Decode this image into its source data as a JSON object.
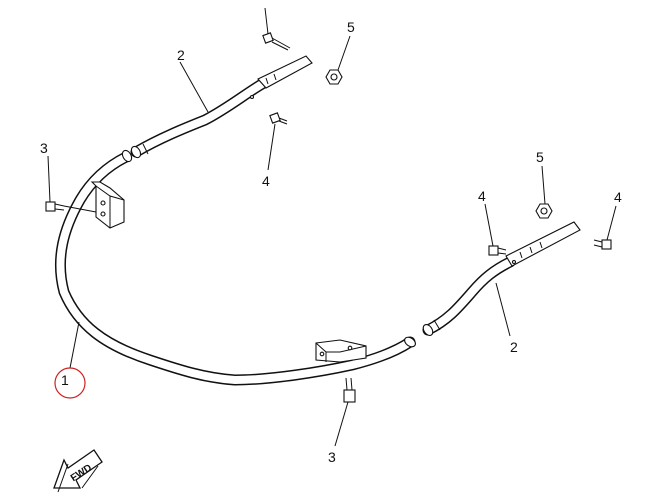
{
  "diagram": {
    "callouts": {
      "part_1": "1",
      "part_2_upper": "2",
      "part_2_right": "2",
      "part_3_left": "3",
      "part_3_bottom": "3",
      "part_4_upper": "4",
      "part_4_right_a": "4",
      "part_4_right_b": "4",
      "part_5_upper": "5",
      "part_5_right": "5"
    },
    "fwd_label": "FWD",
    "highlight_color": "#cc2222"
  }
}
